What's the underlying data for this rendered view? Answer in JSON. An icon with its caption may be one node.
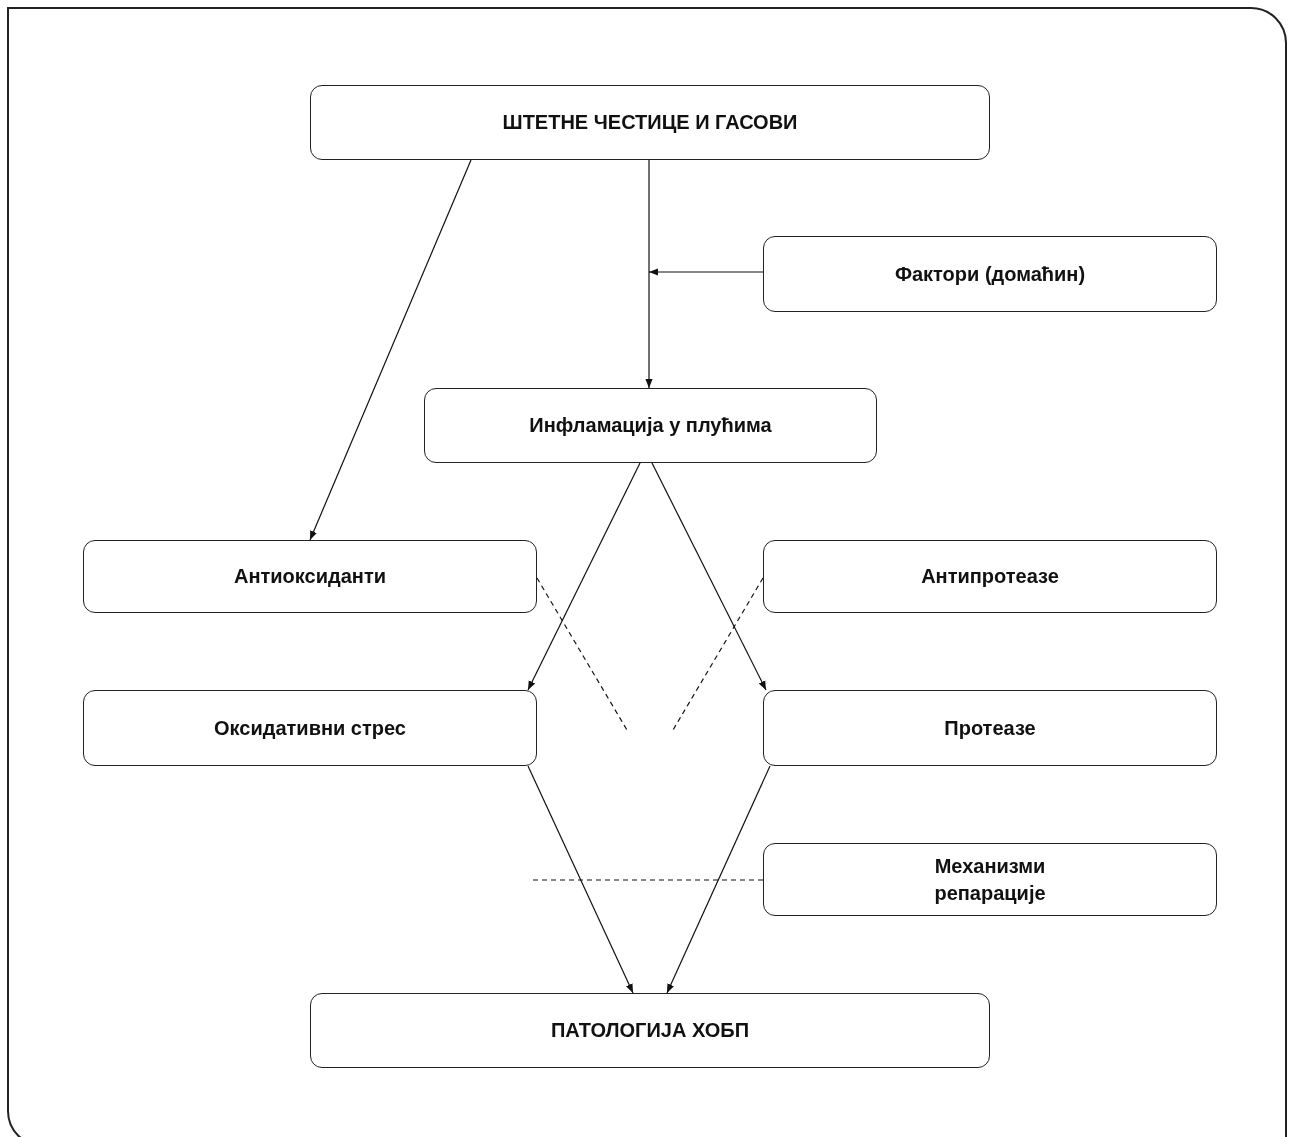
{
  "diagram": {
    "nodes": [
      {
        "text": [
          "ШТЕТНЕ ЧЕСТИЦЕ И ГАСОВИ"
        ]
      },
      {
        "text": [
          "Фактори (домаћин)"
        ]
      },
      {
        "text": [
          "Инфламација у плућима"
        ]
      },
      {
        "text": [
          "Антиоксиданти"
        ]
      },
      {
        "text": [
          "Антипротеазе"
        ]
      },
      {
        "text": [
          "Оксидативни стрес"
        ]
      },
      {
        "text": [
          "Протеазе"
        ]
      },
      {
        "text": [
          "Механизми репарације"
        ]
      },
      {
        "text": [
          "ПАТОЛОГИЈА ХОБП"
        ]
      }
    ],
    "edges": [
      {
        "from": 0,
        "to": 3,
        "arrow": "to"
      },
      {
        "from": 0,
        "to": 2,
        "arrow": "to"
      },
      {
        "from": 1,
        "to": null,
        "arrow": "to"
      },
      {
        "from": 2,
        "to": 5,
        "arrow": "to"
      },
      {
        "from": 2,
        "to": 6,
        "arrow": "to"
      },
      {
        "from": 3,
        "to": null,
        "arrow": "none",
        "style": "dashed"
      },
      {
        "from": 4,
        "to": null,
        "arrow": "none",
        "style": "dashed"
      },
      {
        "from": 5,
        "to": 8,
        "arrow": "to"
      },
      {
        "from": 6,
        "to": 8,
        "arrow": "to"
      },
      {
        "from": 7,
        "to": null,
        "arrow": "none",
        "style": "dashed"
      }
    ]
  }
}
